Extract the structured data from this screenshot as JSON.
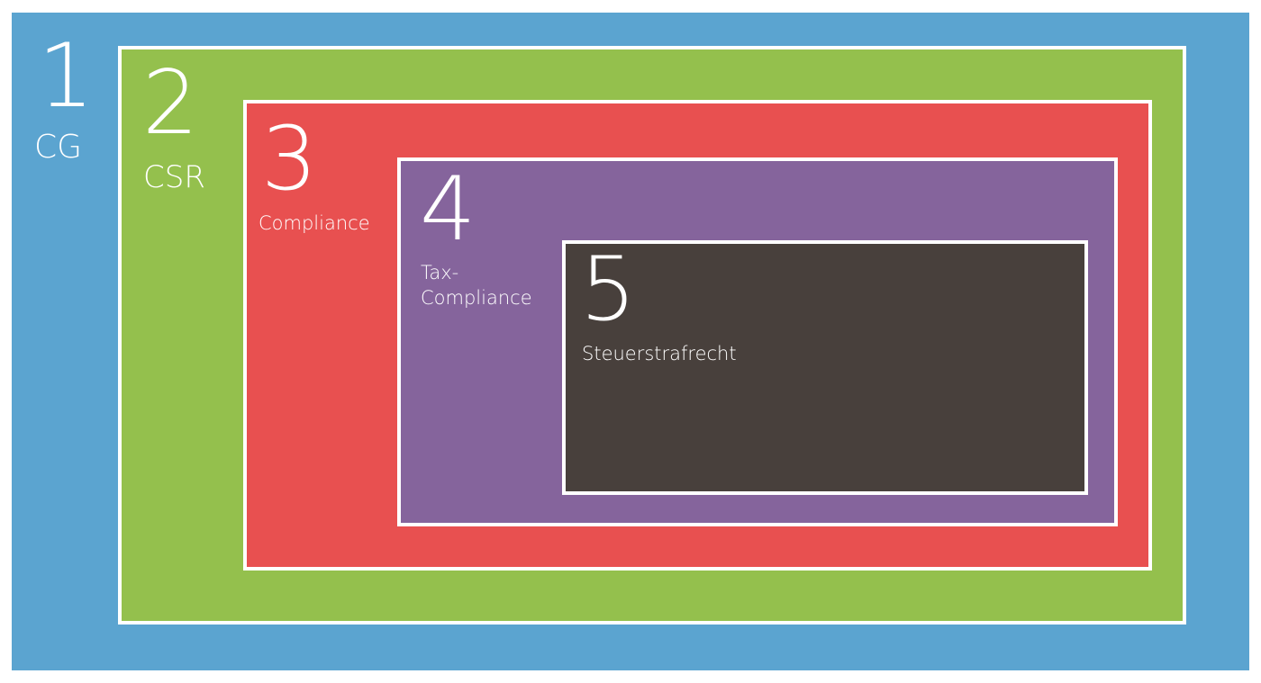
{
  "levels": [
    {
      "number": "1",
      "label": "CG",
      "color": "#5ba4d0"
    },
    {
      "number": "2",
      "label": "CSR",
      "color": "#94c04d"
    },
    {
      "number": "3",
      "label": "Compliance",
      "color": "#e85050"
    },
    {
      "number": "4",
      "label_line1": "Tax-",
      "label_line2": "Compliance",
      "color": "#85649c"
    },
    {
      "number": "5",
      "label": "Steuerstrafrecht",
      "color": "#48403c"
    }
  ]
}
